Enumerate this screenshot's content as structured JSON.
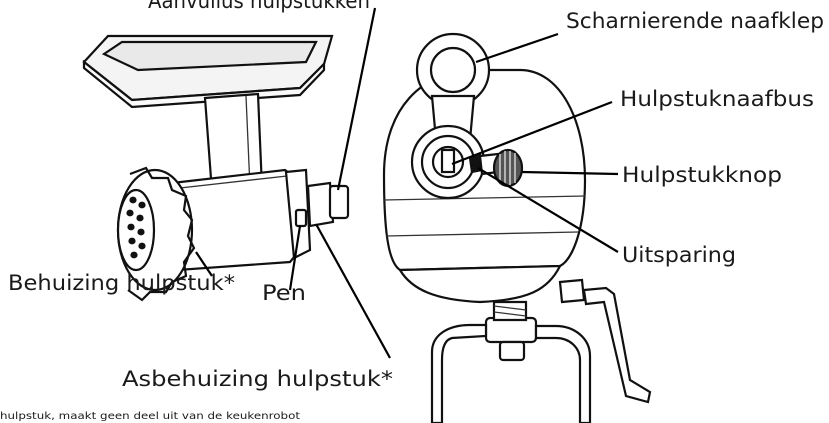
{
  "labels": {
    "top_cut": "Aanvullus hulpstukken",
    "hinged_cover": "Scharnierende naafklep",
    "hub_socket": "Hulpstuknaafbus",
    "knob": "Hulpstukknop",
    "notch": "Uitsparing",
    "housing": "Behuizing hulpstuk*",
    "pin": "Pen",
    "shaft_housing": "Asbehuizing hulpstuk*"
  },
  "footnote": "hulpstuk, maakt geen deel uit van de keukenrobot"
}
